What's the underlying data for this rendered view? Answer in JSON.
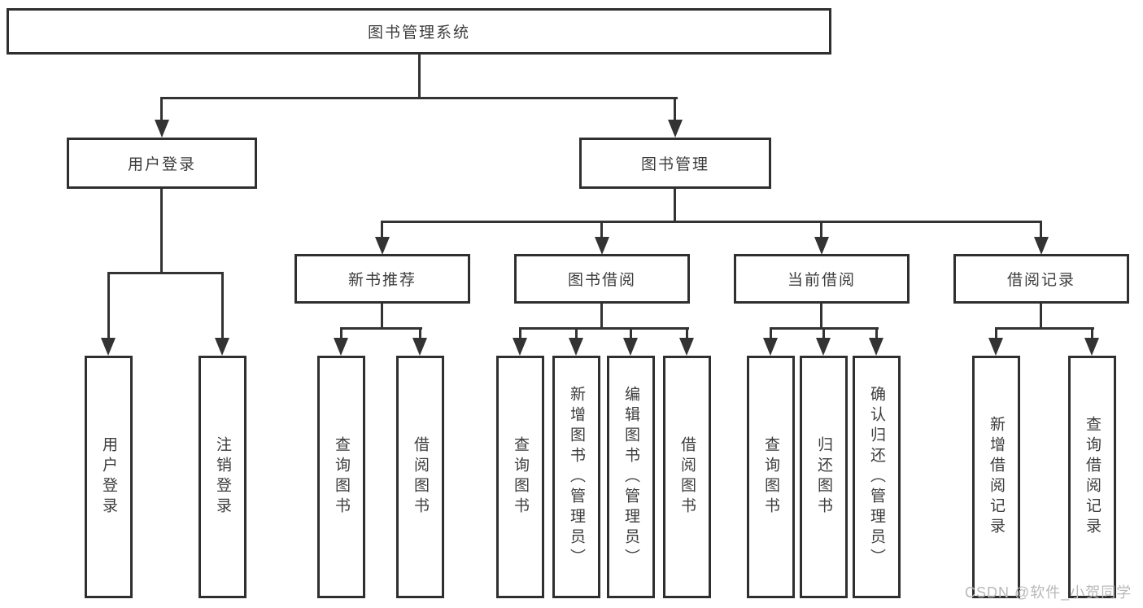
{
  "diagram": {
    "root": {
      "label": "图书管理系统"
    },
    "branches": [
      {
        "label": "用户登录",
        "leaves": [
          "用户登录",
          "注销登录"
        ]
      },
      {
        "label": "图书管理",
        "groups": [
          {
            "label": "新书推荐",
            "leaves": [
              "查询图书",
              "借阅图书"
            ]
          },
          {
            "label": "图书借阅",
            "leaves": [
              "查询图书",
              "新增图书（管理员）",
              "编辑图书（管理员）",
              "借阅图书"
            ]
          },
          {
            "label": "当前借阅",
            "leaves": [
              "查询图书",
              "归还图书",
              "确认归还（管理员）"
            ]
          },
          {
            "label": "借阅记录",
            "leaves": [
              "新增借阅记录",
              "查询借阅记录"
            ]
          }
        ]
      }
    ]
  },
  "watermark": "CSDN @软件_小贺同学",
  "colors": {
    "line": "#333333",
    "border": "#2f2f2f",
    "text": "#3d3d3d",
    "watermark": "#b9b9b9",
    "background": "#ffffff"
  }
}
